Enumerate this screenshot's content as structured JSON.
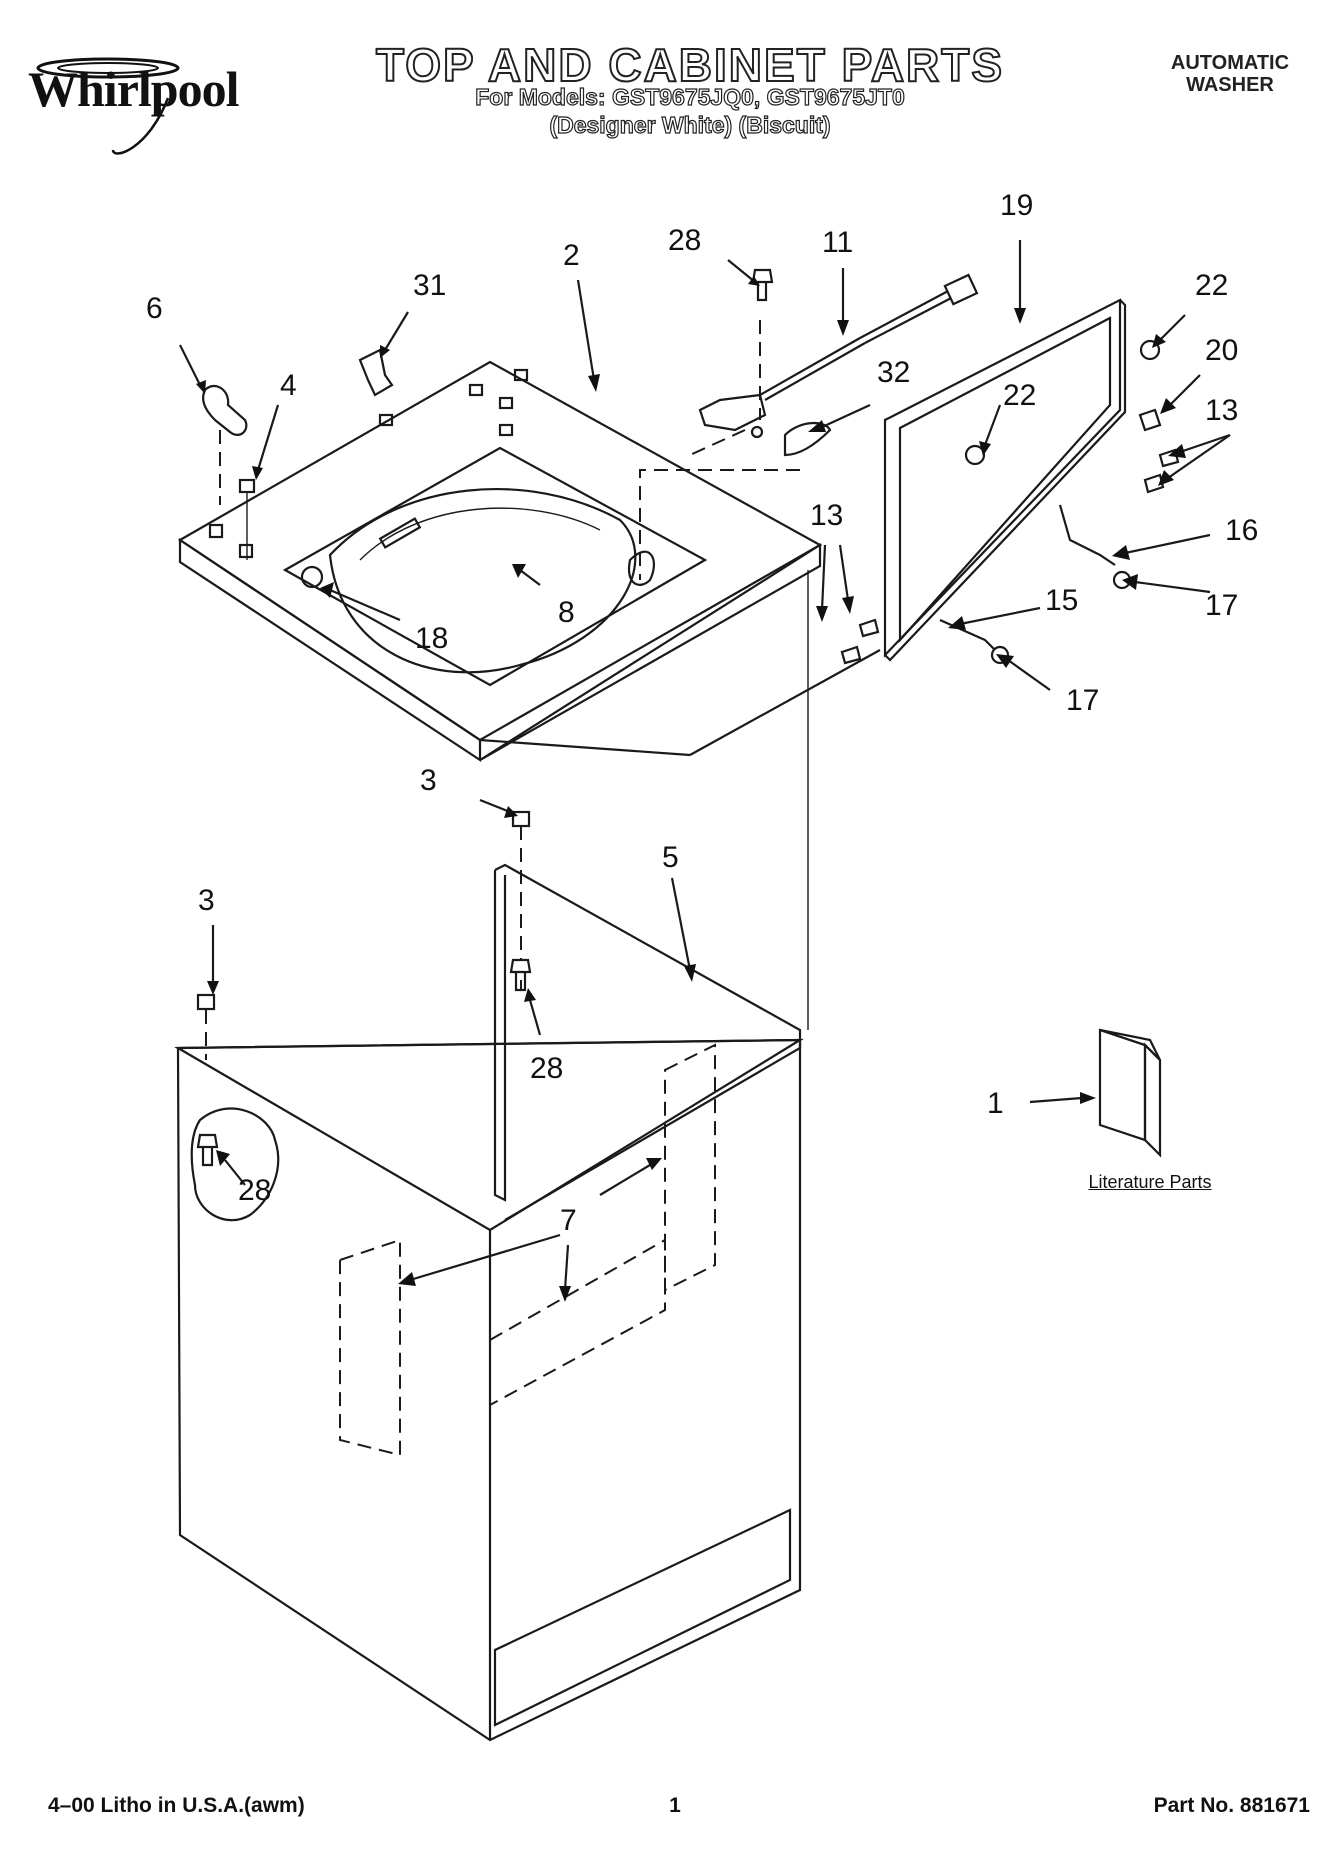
{
  "header": {
    "brand": "Whirlpool",
    "title": "TOP AND CABINET PARTS",
    "models_line": "For Models: GST9675JQ0, GST9675JT0",
    "colors_line": "(Designer White)  (Biscuit)",
    "appliance_line1": "AUTOMATIC",
    "appliance_line2": "WASHER"
  },
  "diagram": {
    "callouts": [
      {
        "id": "c1",
        "label": "1"
      },
      {
        "id": "c2",
        "label": "2"
      },
      {
        "id": "c3a",
        "label": "3"
      },
      {
        "id": "c3b",
        "label": "3"
      },
      {
        "id": "c4",
        "label": "4"
      },
      {
        "id": "c5",
        "label": "5"
      },
      {
        "id": "c6",
        "label": "6"
      },
      {
        "id": "c7",
        "label": "7"
      },
      {
        "id": "c8",
        "label": "8"
      },
      {
        "id": "c11",
        "label": "11"
      },
      {
        "id": "c13a",
        "label": "13"
      },
      {
        "id": "c13b",
        "label": "13"
      },
      {
        "id": "c15",
        "label": "15"
      },
      {
        "id": "c16",
        "label": "16"
      },
      {
        "id": "c17a",
        "label": "17"
      },
      {
        "id": "c17b",
        "label": "17"
      },
      {
        "id": "c18",
        "label": "18"
      },
      {
        "id": "c19",
        "label": "19"
      },
      {
        "id": "c20",
        "label": "20"
      },
      {
        "id": "c22a",
        "label": "22"
      },
      {
        "id": "c22b",
        "label": "22"
      },
      {
        "id": "c28a",
        "label": "28"
      },
      {
        "id": "c28b",
        "label": "28"
      },
      {
        "id": "c28c",
        "label": "28"
      },
      {
        "id": "c31",
        "label": "31"
      },
      {
        "id": "c32",
        "label": "32"
      }
    ],
    "literature_label": "Literature Parts"
  },
  "footer": {
    "left": "4–00 Litho in U.S.A.(awm)",
    "page": "1",
    "part_no": "Part No. 881671"
  }
}
